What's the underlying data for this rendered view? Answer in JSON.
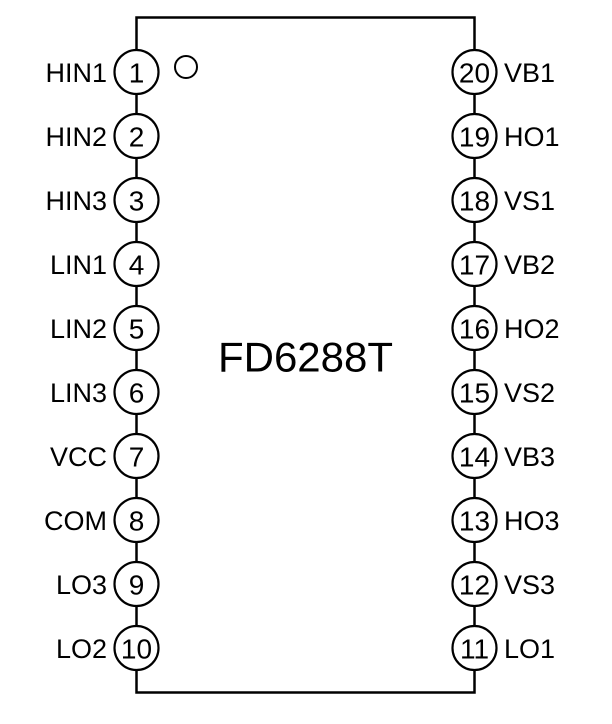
{
  "chip": {
    "title": "FD6288T"
  },
  "icons": {
    "pin1_indicator": "small-open-circle"
  },
  "colors": {
    "line": "#000000",
    "fill": "#ffffff",
    "text": "#000000"
  },
  "pins": {
    "left": [
      {
        "number": "1",
        "label": "HIN1"
      },
      {
        "number": "2",
        "label": "HIN2"
      },
      {
        "number": "3",
        "label": "HIN3"
      },
      {
        "number": "4",
        "label": "LIN1"
      },
      {
        "number": "5",
        "label": "LIN2"
      },
      {
        "number": "6",
        "label": "LIN3"
      },
      {
        "number": "7",
        "label": "VCC"
      },
      {
        "number": "8",
        "label": "COM"
      },
      {
        "number": "9",
        "label": "LO3"
      },
      {
        "number": "10",
        "label": "LO2"
      }
    ],
    "right": [
      {
        "number": "20",
        "label": "VB1"
      },
      {
        "number": "19",
        "label": "HO1"
      },
      {
        "number": "18",
        "label": "VS1"
      },
      {
        "number": "17",
        "label": "VB2"
      },
      {
        "number": "16",
        "label": "HO2"
      },
      {
        "number": "15",
        "label": "VS2"
      },
      {
        "number": "14",
        "label": "VB3"
      },
      {
        "number": "13",
        "label": "HO3"
      },
      {
        "number": "12",
        "label": "VS3"
      },
      {
        "number": "11",
        "label": "LO1"
      }
    ]
  }
}
